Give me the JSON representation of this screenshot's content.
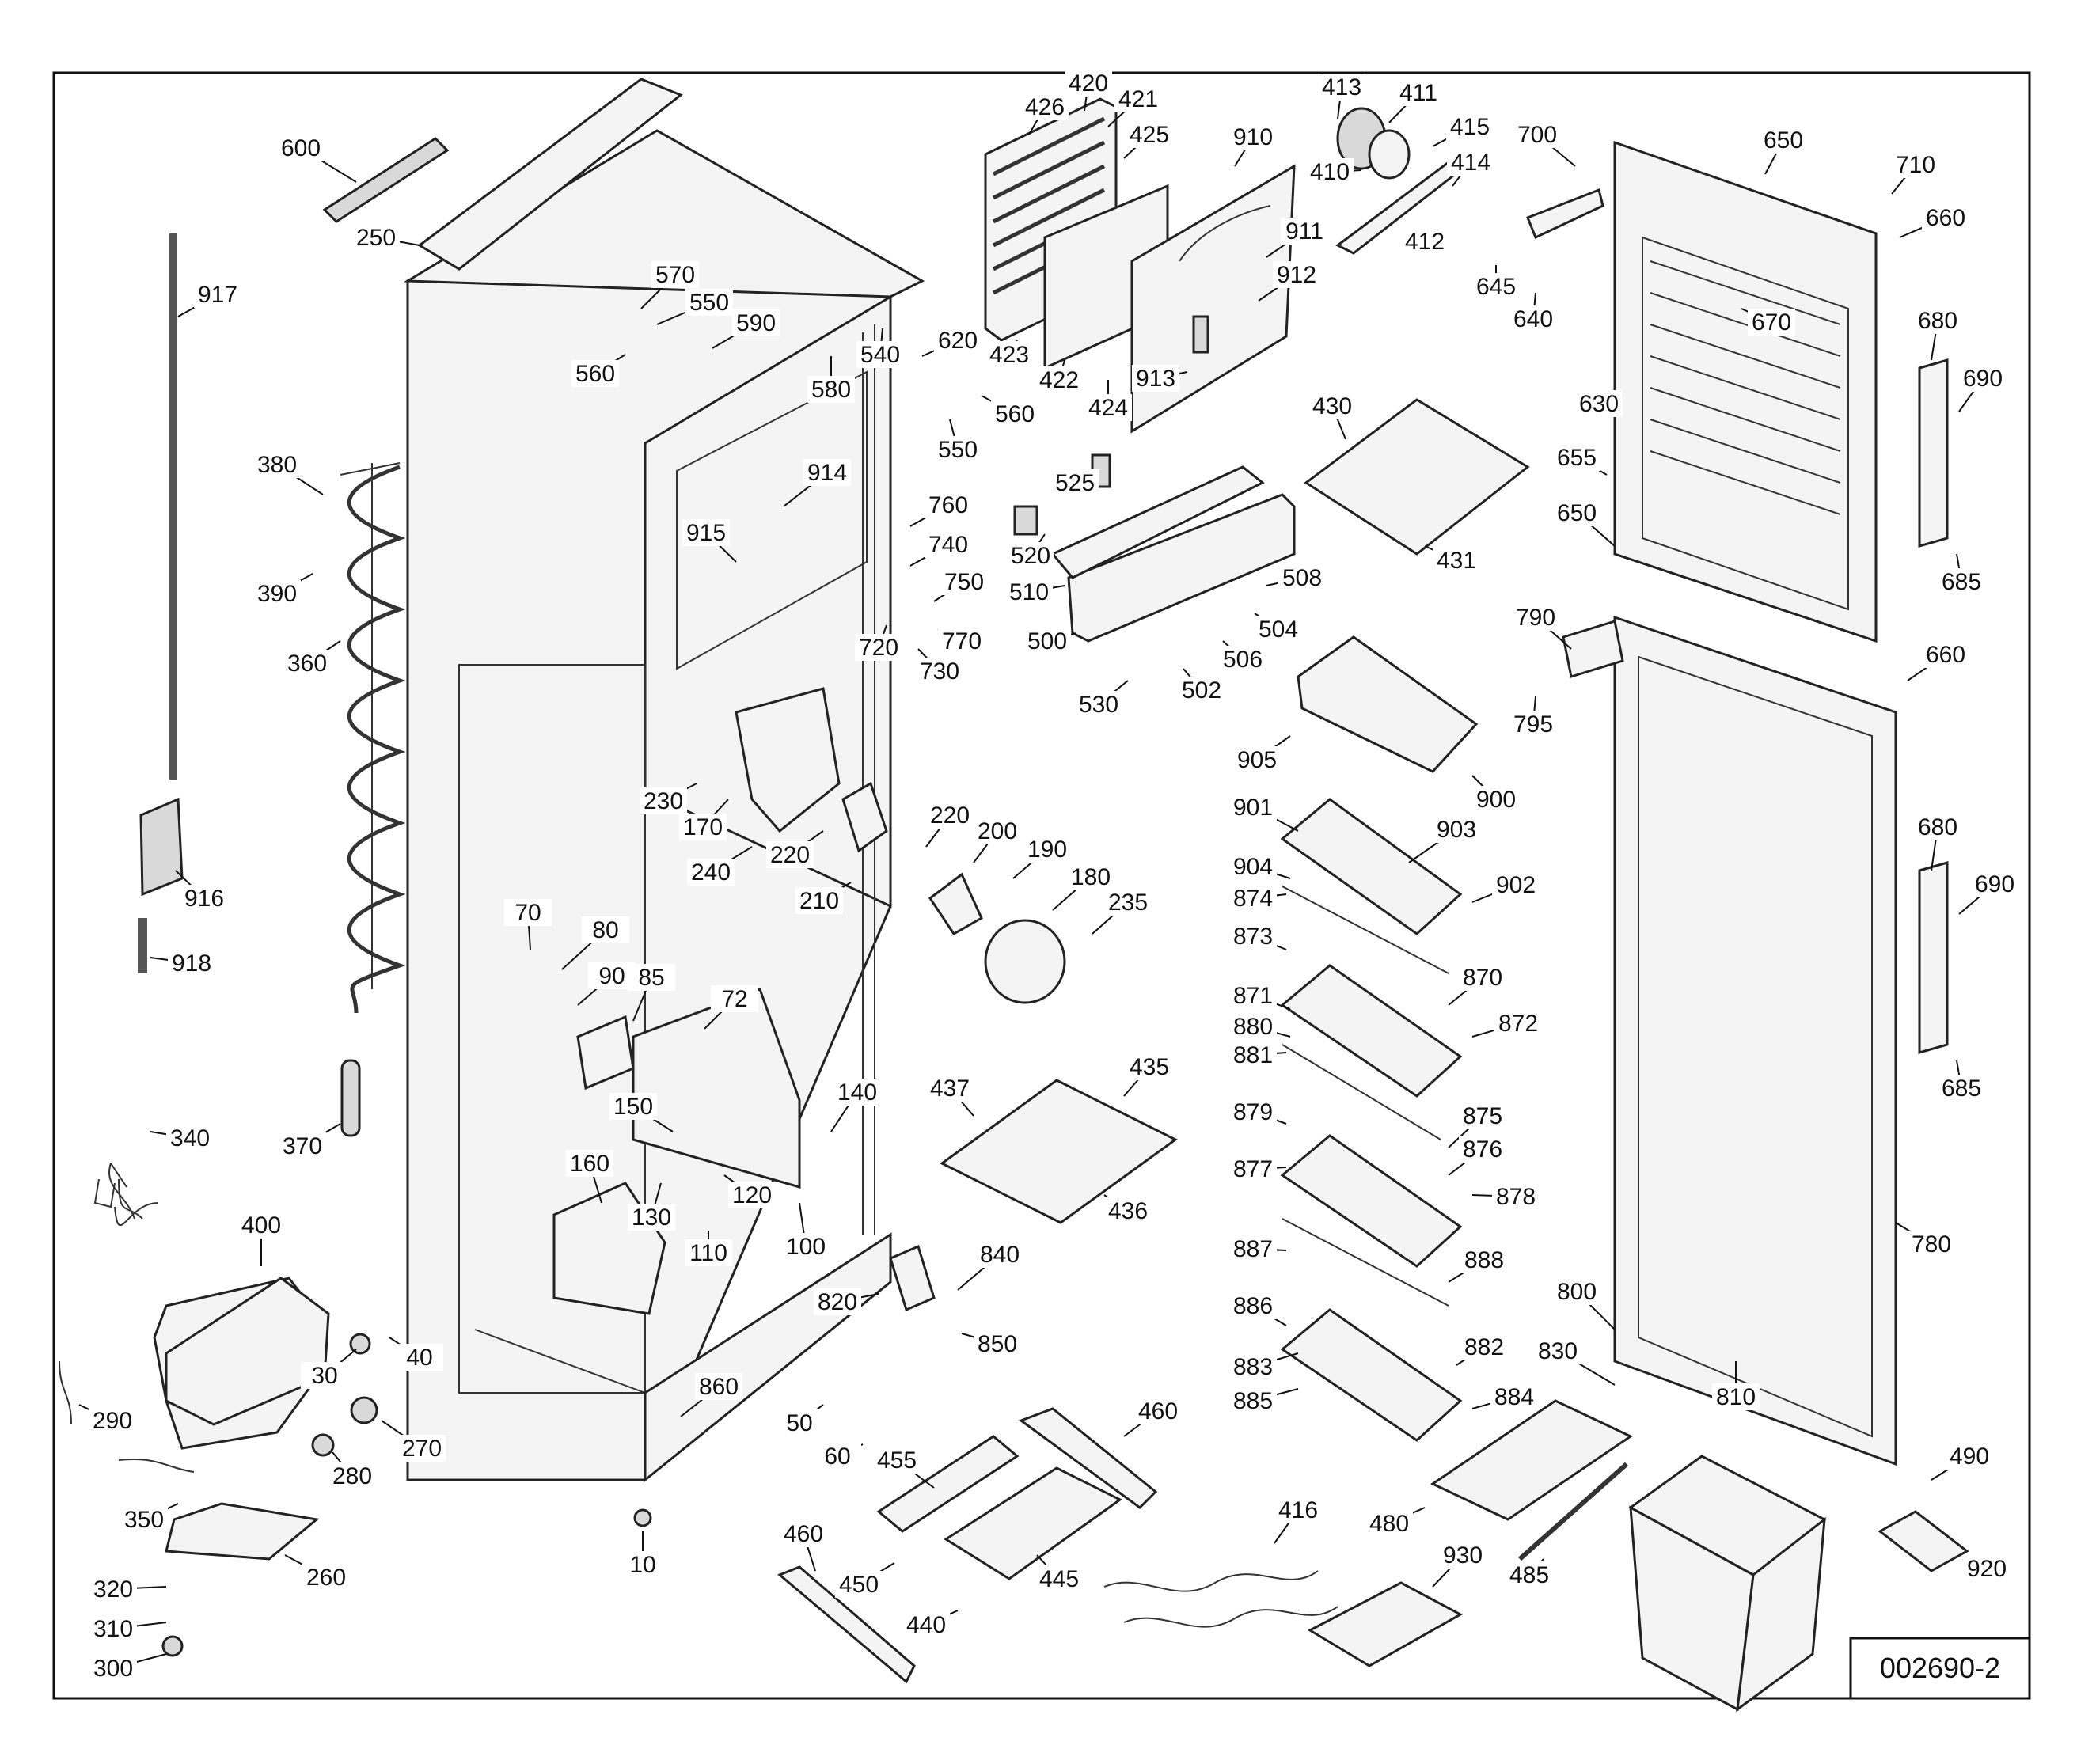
{
  "diagram": {
    "drawing_number": "002690-2",
    "callouts": [
      {
        "label": "600"
      },
      {
        "label": "250"
      },
      {
        "label": "917"
      },
      {
        "label": "380"
      },
      {
        "label": "390"
      },
      {
        "label": "360"
      },
      {
        "label": "916"
      },
      {
        "label": "918"
      },
      {
        "label": "340"
      },
      {
        "label": "370"
      },
      {
        "label": "400"
      },
      {
        "label": "290"
      },
      {
        "label": "350"
      },
      {
        "label": "320"
      },
      {
        "label": "310"
      },
      {
        "label": "300"
      },
      {
        "label": "260"
      },
      {
        "label": "30"
      },
      {
        "label": "40"
      },
      {
        "label": "270"
      },
      {
        "label": "280"
      },
      {
        "label": "10"
      },
      {
        "label": "570"
      },
      {
        "label": "550"
      },
      {
        "label": "590"
      },
      {
        "label": "560"
      },
      {
        "label": "580"
      },
      {
        "label": "540"
      },
      {
        "label": "620"
      },
      {
        "label": "560"
      },
      {
        "label": "550"
      },
      {
        "label": "914"
      },
      {
        "label": "915"
      },
      {
        "label": "760"
      },
      {
        "label": "740"
      },
      {
        "label": "750"
      },
      {
        "label": "720"
      },
      {
        "label": "770"
      },
      {
        "label": "730"
      },
      {
        "label": "230"
      },
      {
        "label": "170"
      },
      {
        "label": "240"
      },
      {
        "label": "220"
      },
      {
        "label": "210"
      },
      {
        "label": "220"
      },
      {
        "label": "200"
      },
      {
        "label": "190"
      },
      {
        "label": "180"
      },
      {
        "label": "235"
      },
      {
        "label": "70"
      },
      {
        "label": "80"
      },
      {
        "label": "90"
      },
      {
        "label": "85"
      },
      {
        "label": "72"
      },
      {
        "label": "140"
      },
      {
        "label": "150"
      },
      {
        "label": "160"
      },
      {
        "label": "130"
      },
      {
        "label": "120"
      },
      {
        "label": "110"
      },
      {
        "label": "100"
      },
      {
        "label": "840"
      },
      {
        "label": "820"
      },
      {
        "label": "850"
      },
      {
        "label": "860"
      },
      {
        "label": "50"
      },
      {
        "label": "60"
      },
      {
        "label": "426"
      },
      {
        "label": "420"
      },
      {
        "label": "421"
      },
      {
        "label": "425"
      },
      {
        "label": "423"
      },
      {
        "label": "422"
      },
      {
        "label": "424"
      },
      {
        "label": "910"
      },
      {
        "label": "911"
      },
      {
        "label": "912"
      },
      {
        "label": "913"
      },
      {
        "label": "413"
      },
      {
        "label": "411"
      },
      {
        "label": "415"
      },
      {
        "label": "410"
      },
      {
        "label": "414"
      },
      {
        "label": "412"
      },
      {
        "label": "525"
      },
      {
        "label": "520"
      },
      {
        "label": "510"
      },
      {
        "label": "500"
      },
      {
        "label": "530"
      },
      {
        "label": "502"
      },
      {
        "label": "506"
      },
      {
        "label": "504"
      },
      {
        "label": "508"
      },
      {
        "label": "430"
      },
      {
        "label": "431"
      },
      {
        "label": "437"
      },
      {
        "label": "435"
      },
      {
        "label": "436"
      },
      {
        "label": "455"
      },
      {
        "label": "450"
      },
      {
        "label": "445"
      },
      {
        "label": "440"
      },
      {
        "label": "460"
      },
      {
        "label": "460"
      },
      {
        "label": "416"
      },
      {
        "label": "930"
      },
      {
        "label": "700"
      },
      {
        "label": "645"
      },
      {
        "label": "640"
      },
      {
        "label": "650"
      },
      {
        "label": "670"
      },
      {
        "label": "630"
      },
      {
        "label": "655"
      },
      {
        "label": "650"
      },
      {
        "label": "710"
      },
      {
        "label": "660"
      },
      {
        "label": "680"
      },
      {
        "label": "690"
      },
      {
        "label": "685"
      },
      {
        "label": "660"
      },
      {
        "label": "790"
      },
      {
        "label": "795"
      },
      {
        "label": "905"
      },
      {
        "label": "900"
      },
      {
        "label": "901"
      },
      {
        "label": "903"
      },
      {
        "label": "904"
      },
      {
        "label": "874"
      },
      {
        "label": "902"
      },
      {
        "label": "873"
      },
      {
        "label": "870"
      },
      {
        "label": "871"
      },
      {
        "label": "880"
      },
      {
        "label": "881"
      },
      {
        "label": "872"
      },
      {
        "label": "879"
      },
      {
        "label": "875"
      },
      {
        "label": "876"
      },
      {
        "label": "877"
      },
      {
        "label": "878"
      },
      {
        "label": "887"
      },
      {
        "label": "888"
      },
      {
        "label": "886"
      },
      {
        "label": "883"
      },
      {
        "label": "885"
      },
      {
        "label": "882"
      },
      {
        "label": "884"
      },
      {
        "label": "480"
      },
      {
        "label": "485"
      },
      {
        "label": "490"
      },
      {
        "label": "920"
      },
      {
        "label": "680"
      },
      {
        "label": "690"
      },
      {
        "label": "685"
      },
      {
        "label": "780"
      },
      {
        "label": "800"
      },
      {
        "label": "830"
      },
      {
        "label": "810"
      }
    ]
  }
}
